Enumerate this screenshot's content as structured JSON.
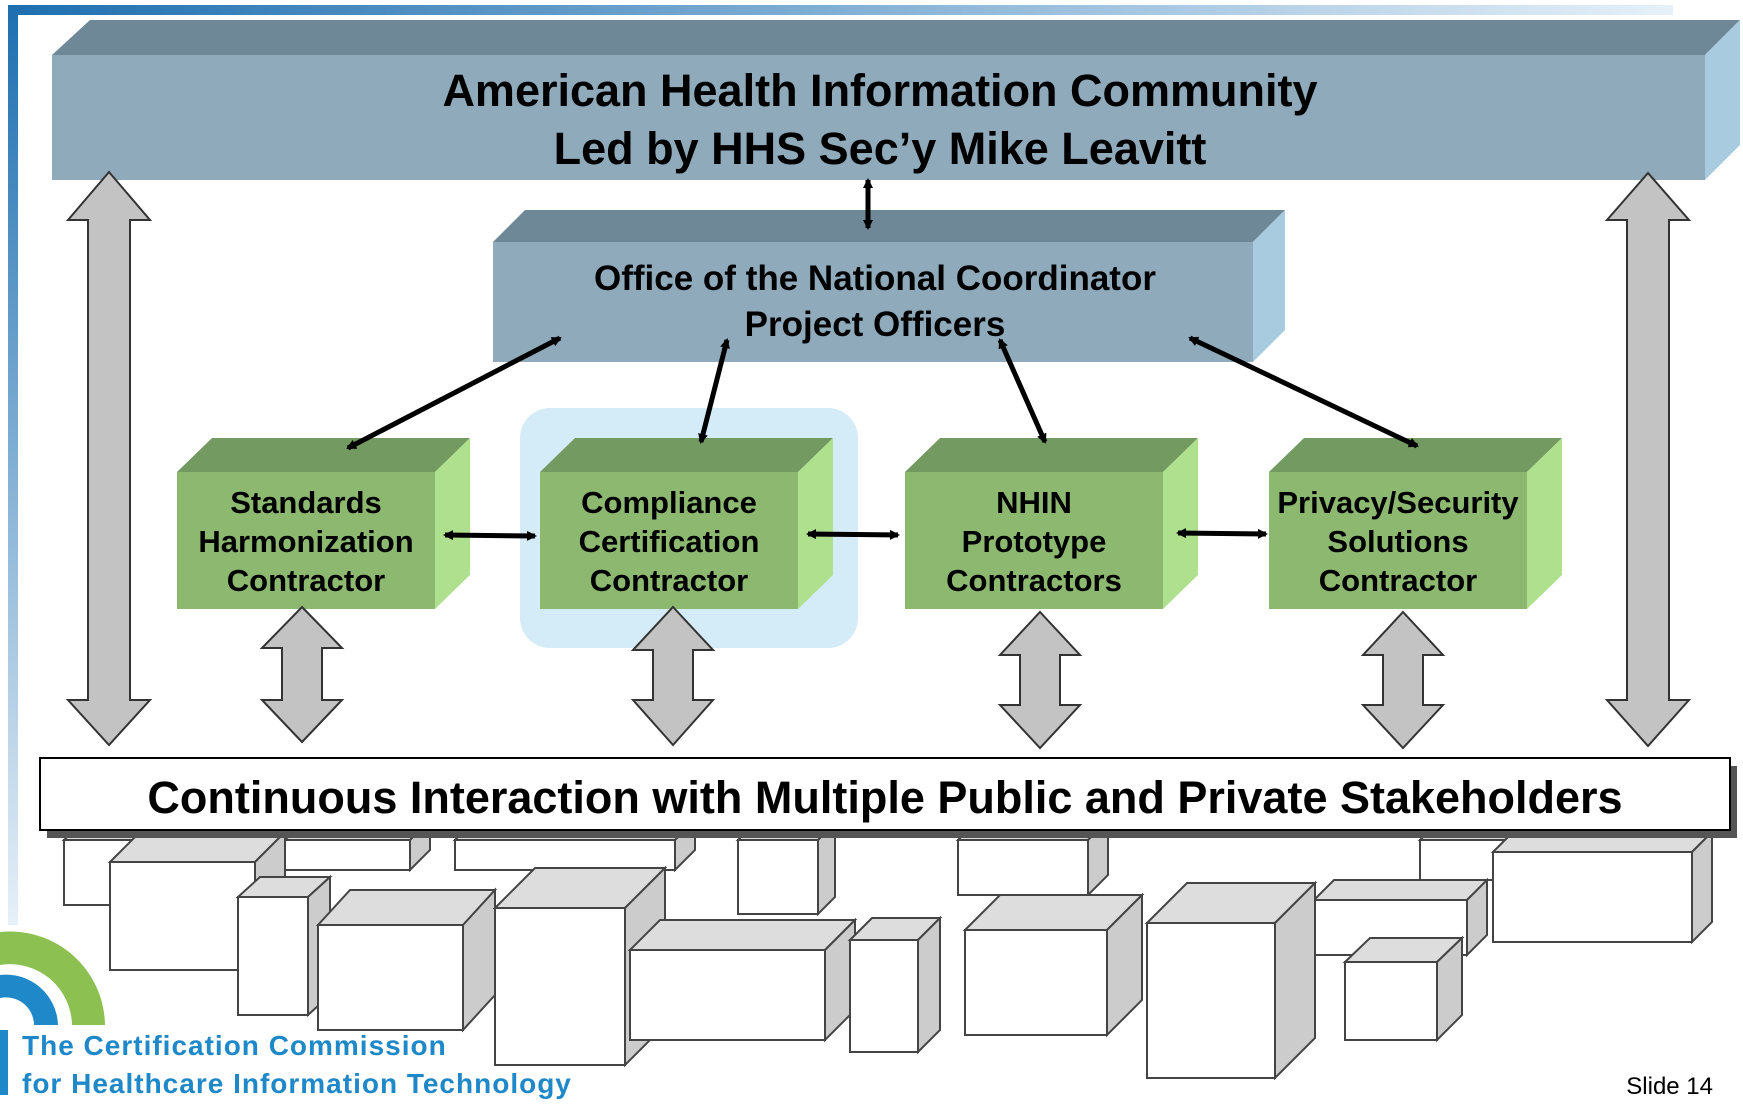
{
  "top_box": {
    "line1": "American Health Information Community",
    "line2": "Led by HHS Sec’y Mike Leavitt"
  },
  "onc_box": {
    "line1": "Office of the National Coordinator",
    "line2": "Project Officers"
  },
  "contractors": [
    {
      "line1": "Standards",
      "line2": "Harmonization",
      "line3": "Contractor",
      "highlighted": false
    },
    {
      "line1": "Compliance",
      "line2": "Certification",
      "line3": "Contractor",
      "highlighted": true
    },
    {
      "line1": "NHIN",
      "line2": "Prototype",
      "line3": "Contractors",
      "highlighted": false
    },
    {
      "line1": "Privacy/Security",
      "line2": "Solutions",
      "line3": "Contractor",
      "highlighted": false
    }
  ],
  "banner": {
    "text": "Continuous Interaction with Multiple Public and Private Stakeholders"
  },
  "footer": {
    "org_line1": "The Certification Commission",
    "org_line2": "for Healthcare Information Technology",
    "slide_number": "Slide 14"
  },
  "colors": {
    "top_box": "#8eaabb",
    "top_box_top": "#6f8898",
    "top_box_side": "#a8cbe0",
    "contractor_front": "#8db870",
    "contractor_top": "#739a60",
    "contractor_side": "#aee08e",
    "highlight": "#d4ebf8",
    "logo_green": "#8cc152",
    "logo_blue": "#1e88c8"
  }
}
